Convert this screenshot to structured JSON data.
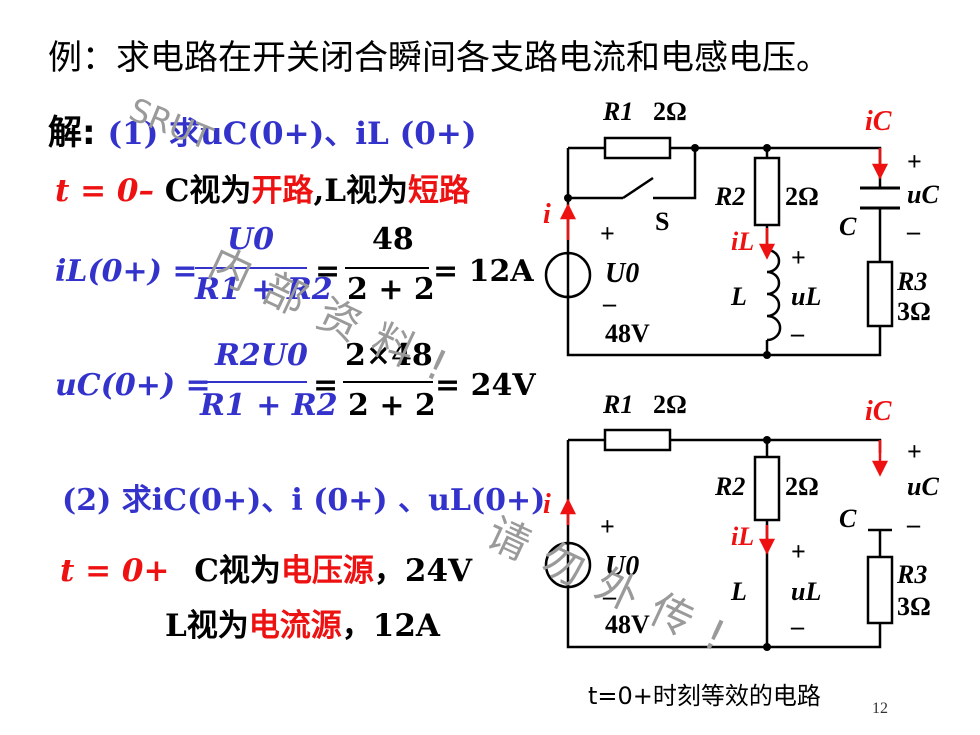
{
  "title": "例：求电路在开关闭合瞬间各支路电流和电感电压。",
  "step1": {
    "heading_prefix": "解:",
    "heading": "(1) 求uC(0+)、iL (0+)",
    "t_label": "t = 0–",
    "c_as": "C视为",
    "c_what": "开路",
    "l_as": ",L视为",
    "l_what": "短路",
    "eq_iL_lhs": "iL(0+) =",
    "eq_iL_num": "U0",
    "eq_iL_den": "R1 + R2",
    "eq_iL_num2": "48",
    "eq_iL_den2": "2 + 2",
    "eq_iL_res": "= 12A",
    "eq_uC_lhs": "uC(0+) =",
    "eq_uC_num": "R2U0",
    "eq_uC_den": "R1 + R2",
    "eq_uC_num2": "2×48",
    "eq_uC_den2": "2 + 2",
    "eq_uC_res": "= 24V"
  },
  "step2": {
    "heading": "(2) 求iC(0+)、i (0+) 、uL(0+)",
    "t_label": "t = 0+",
    "c_as": "C视为",
    "c_what": "电压源",
    "c_val": "，24V",
    "l_as": "L视为",
    "l_what": "电流源",
    "l_val": "，12A"
  },
  "circuit_top": {
    "R1": "R1",
    "R1_val": "2Ω",
    "R2": "R2",
    "R2_val": "2Ω",
    "R3": "R3",
    "R3_val": "3Ω",
    "switch": "S",
    "source": "U0",
    "source_val": "48V",
    "i": "i",
    "iL": "iL",
    "iC": "iC",
    "uL": "uL",
    "uC": "uC",
    "L": "L",
    "C": "C",
    "plus": "+",
    "minus": "–"
  },
  "circuit_bottom": {
    "R1": "R1",
    "R1_val": "2Ω",
    "R2": "R2",
    "R2_val": "2Ω",
    "R3": "R3",
    "R3_val": "3Ω",
    "source": "U0",
    "source_val": "48V",
    "i": "i",
    "iL": "iL",
    "iC": "iC",
    "uL": "uL",
    "uC": "uC",
    "L": "L",
    "C": "C",
    "plus": "+",
    "minus": "–"
  },
  "caption": "t=0+时刻等效的电路",
  "page_number": "12",
  "watermark": [
    "SRUT",
    "内部资料!",
    "请勿外传!"
  ],
  "colors": {
    "blue": "#3333cc",
    "red": "#ee1111",
    "black": "#000000"
  }
}
